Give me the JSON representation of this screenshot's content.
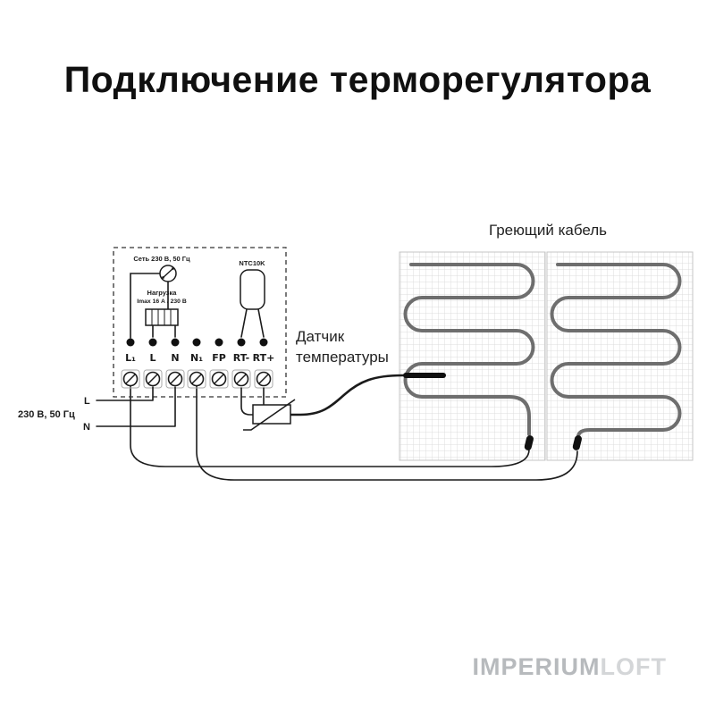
{
  "title": "Подключение терморегулятора",
  "thermostat": {
    "net_label": "Сеть 230 В, 50 Гц",
    "load_line1": "Нагрузка",
    "load_line2": "Imax 16 А / 230 В",
    "sensor_type": "NTC10K",
    "terminals": [
      {
        "label": "L₁"
      },
      {
        "label": "L"
      },
      {
        "label": "N"
      },
      {
        "label": "N₁"
      },
      {
        "label": "FP"
      },
      {
        "label": "RT-"
      },
      {
        "label": "RT+"
      }
    ]
  },
  "labels": {
    "sensor_line1": "Датчик",
    "sensor_line2": "температуры",
    "heating_cable": "Греющий кабель",
    "mains": "230 В, 50 Гц",
    "line_l": "L",
    "line_n": "N"
  },
  "watermark": {
    "part1": "IMPERIUM",
    "part2": "LOFT"
  },
  "colors": {
    "cable": "#6e6e6e",
    "grid": "#dcdcdc",
    "wire": "#1b1b1b",
    "watermark1": "#b7babd",
    "watermark2": "#d4d6d8"
  }
}
